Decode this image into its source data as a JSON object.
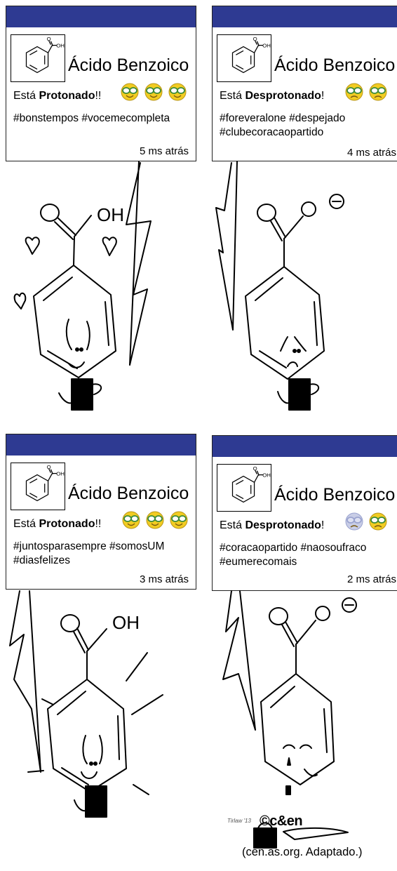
{
  "posts": [
    {
      "name": "Ácido Benzoico",
      "status_prefix": "Está ",
      "status_bold": "Protonado",
      "status_suffix": "!!",
      "tags_line1": "#bonstempos #vocemecompleta",
      "tags_line2": "",
      "time": "5 ms atrás",
      "mood": "happy",
      "emoji_count": 3
    },
    {
      "name": "Ácido Benzoico",
      "status_prefix": "Está ",
      "status_bold": "Desprotonado",
      "status_suffix": "!",
      "tags_line1": "#foreveralone  #despejado",
      "tags_line2": "#clubecoracaopartido",
      "time": "4 ms atrás",
      "mood": "sad",
      "emoji_count": 2
    },
    {
      "name": "Ácido Benzoico",
      "status_prefix": "Está ",
      "status_bold": "Protonado",
      "status_suffix": "!!",
      "tags_line1": "#juntosparasempre  #somosUM",
      "tags_line2": "#diasfelizes",
      "time": "3 ms atrás",
      "mood": "happy",
      "emoji_count": 3
    },
    {
      "name": "Ácido Benzoico",
      "status_prefix": "Está ",
      "status_bold": "Desprotonado",
      "status_suffix": "!",
      "tags_line1": "#coracaopartido  #naosoufraco",
      "tags_line2": "#eumerecomais",
      "time": "2 ms atrás",
      "mood": "broken",
      "emoji_count": 2
    }
  ],
  "molecule_label": "OH",
  "drawing_labels": {
    "oh": "OH"
  },
  "logo": "©c&en",
  "signature": "Tirlaw '13",
  "credit": "(cen.as.org. Adaptado.)",
  "colors": {
    "header_bar": "#2e3a92",
    "emoji_face": "#f2cc22",
    "emoji_glasses": "#3a8a3a",
    "ink": "#000000"
  }
}
